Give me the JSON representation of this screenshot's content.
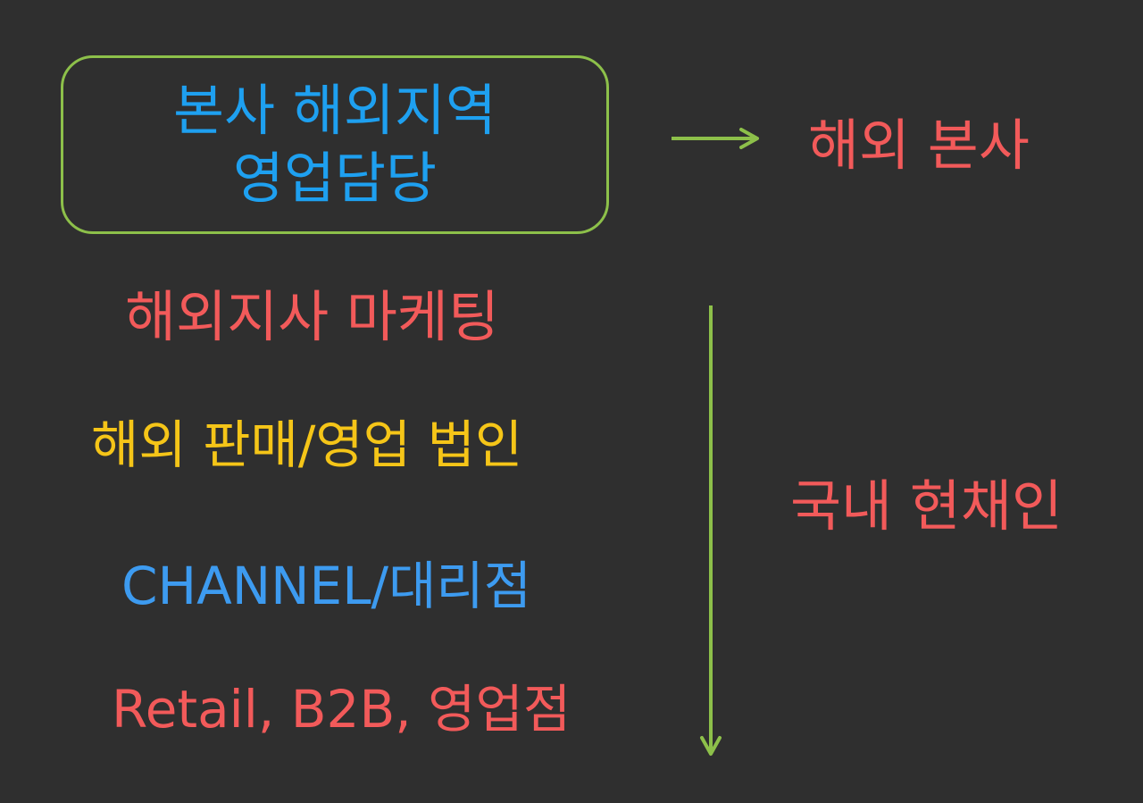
{
  "diagram": {
    "box": {
      "line1": "본사 해외지역",
      "line2": "영업담당",
      "text_color": "#1ea0f0",
      "border_color": "#8dc04a"
    },
    "overseas_hq": {
      "label": "해외 본사",
      "color": "#f25a5a"
    },
    "levels": [
      {
        "label": "해외지사 마케팅",
        "color": "#f25a5a"
      },
      {
        "label": "해외 판매/영업 법인",
        "color": "#f5c518"
      },
      {
        "label": "CHANNEL/대리점",
        "color": "#3d9bf0"
      },
      {
        "label": "Retail, B2B, 영업점",
        "color": "#f25a5a"
      }
    ],
    "domestic": {
      "label": "국내 현채인",
      "color": "#f25a5a"
    },
    "arrow_color": "#8dc04a"
  }
}
